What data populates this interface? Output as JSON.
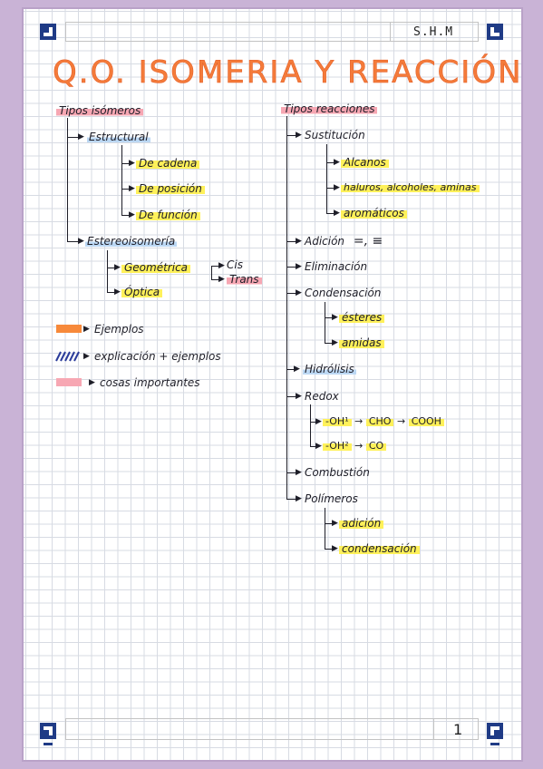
{
  "header": {
    "initials": "S.H.M"
  },
  "title": "Q.O. ISOMERIA Y REACCIÓN",
  "left": {
    "heading": "Tipos isómeros",
    "estructural": {
      "label": "Estructural",
      "items": [
        "De cadena",
        "De posición",
        "De función"
      ]
    },
    "estereo": {
      "label": "Estereoisomería",
      "geometrica": "Geométrica",
      "cis": "Cis",
      "trans": "Trans",
      "optica": "Óptica"
    }
  },
  "legend": {
    "items": [
      {
        "label": "Ejemplos",
        "color": "#f7893a"
      },
      {
        "label": "explicación + ejemplos",
        "color": "#2a3b9a"
      },
      {
        "label": "cosas importantes",
        "color": "#f7a7b3"
      }
    ]
  },
  "right": {
    "heading": "Tipos reacciones",
    "sustitucion": {
      "label": "Sustitución",
      "items": [
        "Alcanos",
        "haluros, alcoholes, aminas",
        "aromáticos"
      ]
    },
    "adicion": {
      "label": "Adición",
      "symbols": "=, ≡"
    },
    "eliminacion": "Eliminación",
    "condensacion": {
      "label": "Condensación",
      "items": [
        "ésteres",
        "amidas"
      ]
    },
    "hidrolisis": "Hidrólisis",
    "redox": {
      "label": "Redox",
      "line1": {
        "a": "-OH¹",
        "b": "CHO",
        "c": "COOH"
      },
      "line2": {
        "a": "-OH²",
        "b": "CO"
      }
    },
    "combustion": "Combustión",
    "polimeros": {
      "label": "Polímeros",
      "items": [
        "adición",
        "condensación"
      ]
    }
  },
  "footer": {
    "page": "1"
  },
  "colors": {
    "title": "#f47b3a",
    "highlight_yellow": "#fff15a",
    "highlight_pink": "#f7a7b3",
    "corner": "#1f3b86"
  }
}
